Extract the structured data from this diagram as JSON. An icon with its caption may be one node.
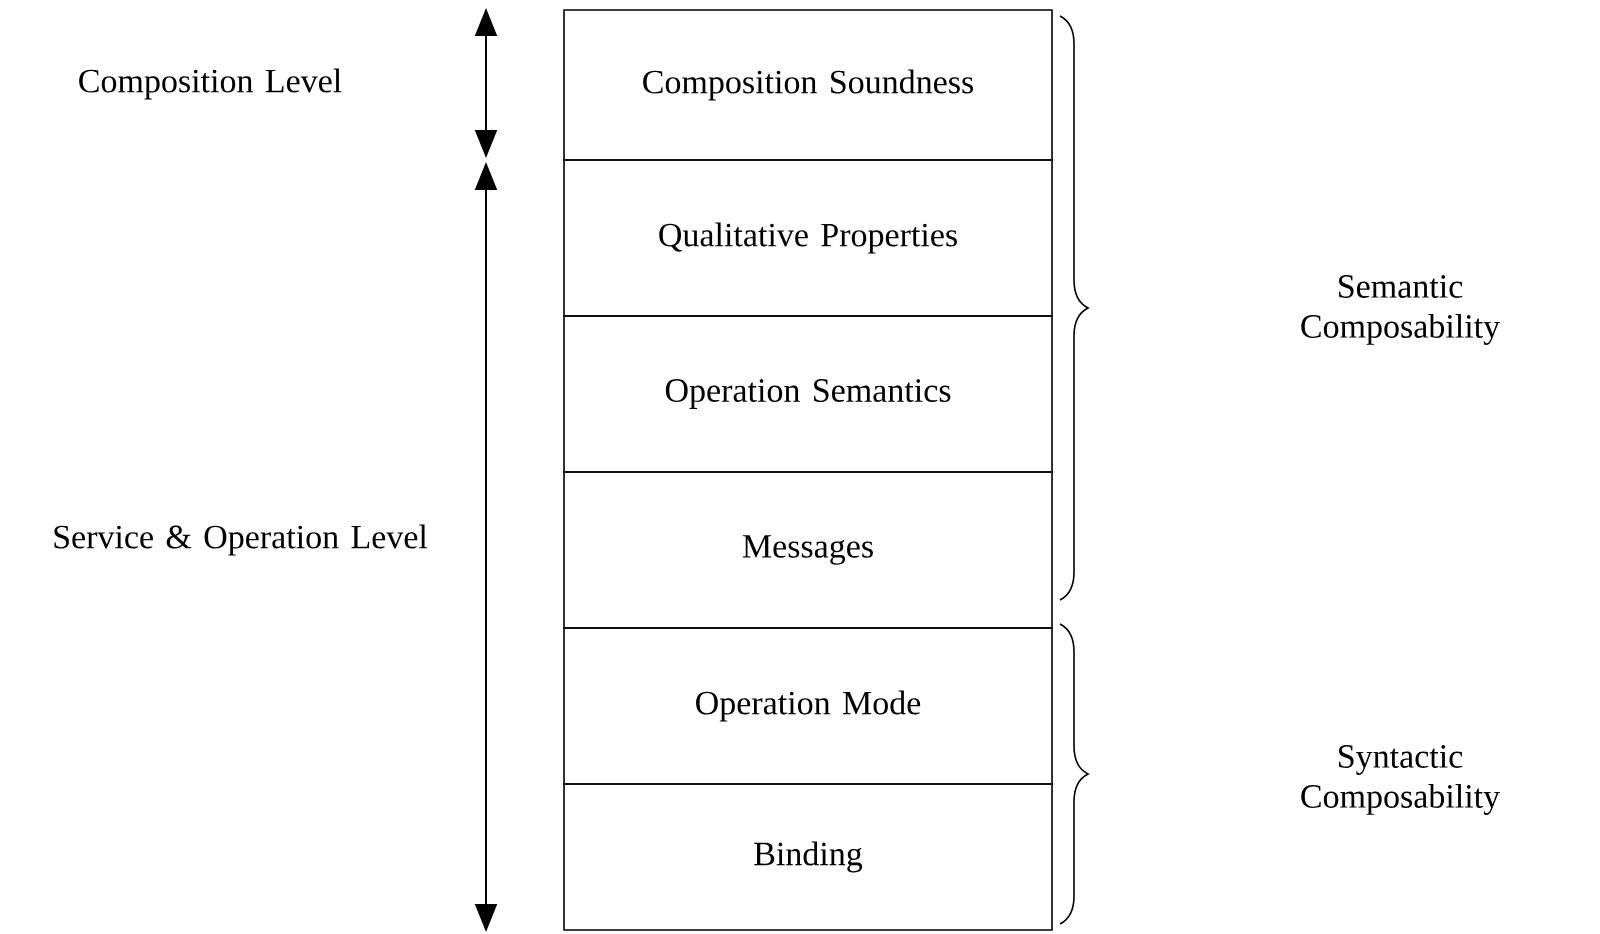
{
  "diagram": {
    "nodes": [
      {
        "text": [
          "Composition Soundness"
        ]
      },
      {
        "text": [
          "Qualitative Properties"
        ]
      },
      {
        "text": [
          "Operation Semantics"
        ]
      },
      {
        "text": [
          "Messages"
        ]
      },
      {
        "text": [
          "Operation Mode"
        ]
      },
      {
        "text": [
          "Binding"
        ]
      }
    ],
    "labels": [
      "Composition Level",
      "Semantic Composability",
      "Service & Operation Level",
      "Syntactic Composability"
    ]
  }
}
